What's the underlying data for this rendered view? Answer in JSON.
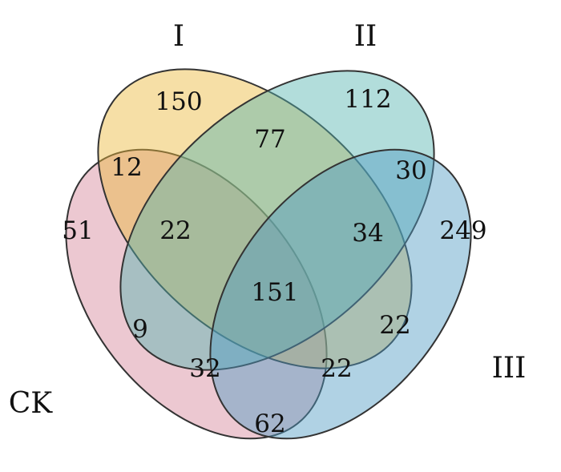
{
  "sets": [
    {
      "key": "ck",
      "label": "CK",
      "color": "#d4849a"
    },
    {
      "key": "i",
      "label": "I",
      "color": "#eab83a"
    },
    {
      "key": "ii",
      "label": "II",
      "color": "#55b4b0"
    },
    {
      "key": "iii",
      "label": "III",
      "color": "#4f9cc4"
    }
  ],
  "regions": [
    {
      "sets": [
        "I"
      ],
      "count": "150"
    },
    {
      "sets": [
        "II"
      ],
      "count": "112"
    },
    {
      "sets": [
        "I",
        "II"
      ],
      "count": "77"
    },
    {
      "sets": [
        "CK",
        "I"
      ],
      "count": "12"
    },
    {
      "sets": [
        "II",
        "III"
      ],
      "count": "30"
    },
    {
      "sets": [
        "CK"
      ],
      "count": "51"
    },
    {
      "sets": [
        "CK",
        "I",
        "II"
      ],
      "count": "22"
    },
    {
      "sets": [
        "I",
        "II",
        "III"
      ],
      "count": "34"
    },
    {
      "sets": [
        "III"
      ],
      "count": "249"
    },
    {
      "sets": [
        "CK",
        "I",
        "II",
        "III"
      ],
      "count": "151"
    },
    {
      "sets": [
        "CK",
        "II"
      ],
      "count": "9"
    },
    {
      "sets": [
        "I",
        "III"
      ],
      "count": "22"
    },
    {
      "sets": [
        "CK",
        "II",
        "III"
      ],
      "count": "32"
    },
    {
      "sets": [
        "CK",
        "I",
        "III"
      ],
      "count": "22"
    },
    {
      "sets": [
        "CK",
        "III"
      ],
      "count": "62"
    }
  ]
}
